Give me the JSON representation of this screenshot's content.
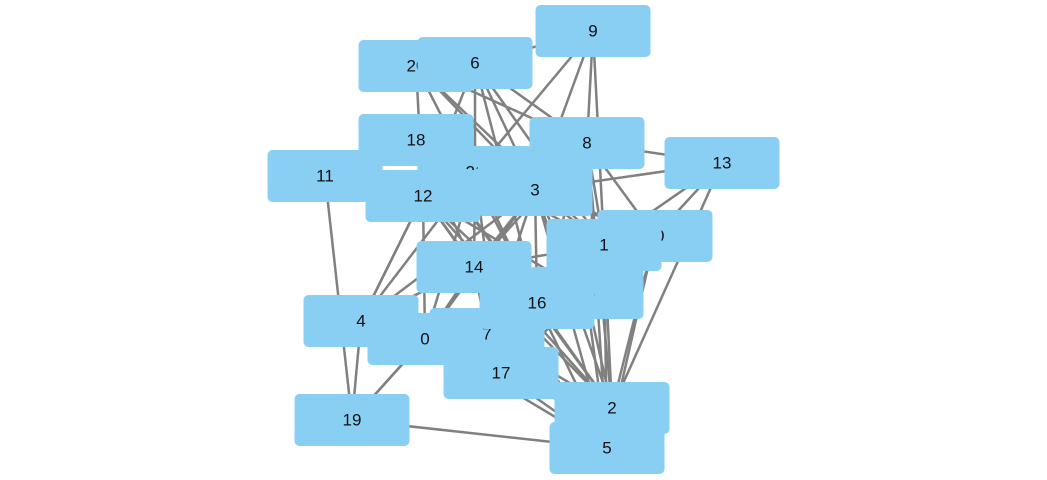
{
  "graph": {
    "colors": {
      "node_fill": "#89CFF4",
      "edge": "#808080",
      "label": "#111111",
      "background": "#ffffff"
    },
    "nodes": [
      {
        "id": "0",
        "label": "0"
      },
      {
        "id": "1",
        "label": "1"
      },
      {
        "id": "2",
        "label": "2"
      },
      {
        "id": "3",
        "label": "3"
      },
      {
        "id": "4",
        "label": "4"
      },
      {
        "id": "5",
        "label": "5"
      },
      {
        "id": "6",
        "label": "6"
      },
      {
        "id": "7",
        "label": "7"
      },
      {
        "id": "8",
        "label": "8"
      },
      {
        "id": "9",
        "label": "9"
      },
      {
        "id": "10",
        "label": "10"
      },
      {
        "id": "11",
        "label": "11"
      },
      {
        "id": "12",
        "label": "12"
      },
      {
        "id": "13",
        "label": "13"
      },
      {
        "id": "14",
        "label": "14"
      },
      {
        "id": "15",
        "label": "15"
      },
      {
        "id": "16",
        "label": "16"
      },
      {
        "id": "17",
        "label": "17"
      },
      {
        "id": "18",
        "label": "18"
      },
      {
        "id": "19",
        "label": "19"
      },
      {
        "id": "20",
        "label": "20"
      },
      {
        "id": "21",
        "label": "21"
      }
    ],
    "edges": [
      [
        "9",
        "6"
      ],
      [
        "9",
        "8"
      ],
      [
        "9",
        "3"
      ],
      [
        "9",
        "1"
      ],
      [
        "9",
        "21"
      ],
      [
        "20",
        "6"
      ],
      [
        "20",
        "8"
      ],
      [
        "20",
        "3"
      ],
      [
        "20",
        "12"
      ],
      [
        "20",
        "1"
      ],
      [
        "20",
        "16"
      ],
      [
        "6",
        "8"
      ],
      [
        "6",
        "3"
      ],
      [
        "6",
        "21"
      ],
      [
        "6",
        "1"
      ],
      [
        "6",
        "12"
      ],
      [
        "6",
        "16"
      ],
      [
        "18",
        "3"
      ],
      [
        "18",
        "12"
      ],
      [
        "18",
        "14"
      ],
      [
        "18",
        "2"
      ],
      [
        "18",
        "16"
      ],
      [
        "11",
        "12"
      ],
      [
        "11",
        "19"
      ],
      [
        "11",
        "3"
      ],
      [
        "21",
        "8"
      ],
      [
        "21",
        "3"
      ],
      [
        "21",
        "14"
      ],
      [
        "21",
        "0"
      ],
      [
        "21",
        "16"
      ],
      [
        "21",
        "4"
      ],
      [
        "21",
        "17"
      ],
      [
        "21",
        "1"
      ],
      [
        "21",
        "10"
      ],
      [
        "12",
        "3"
      ],
      [
        "12",
        "14"
      ],
      [
        "12",
        "0"
      ],
      [
        "12",
        "4"
      ],
      [
        "12",
        "16"
      ],
      [
        "12",
        "2"
      ],
      [
        "12",
        "5"
      ],
      [
        "12",
        "15"
      ],
      [
        "3",
        "8"
      ],
      [
        "3",
        "13"
      ],
      [
        "3",
        "1"
      ],
      [
        "3",
        "10"
      ],
      [
        "3",
        "14"
      ],
      [
        "3",
        "16"
      ],
      [
        "3",
        "0"
      ],
      [
        "3",
        "2"
      ],
      [
        "3",
        "5"
      ],
      [
        "3",
        "7"
      ],
      [
        "3",
        "4"
      ],
      [
        "3",
        "15"
      ],
      [
        "8",
        "13"
      ],
      [
        "8",
        "1"
      ],
      [
        "8",
        "10"
      ],
      [
        "8",
        "2"
      ],
      [
        "8",
        "5"
      ],
      [
        "8",
        "14"
      ],
      [
        "8",
        "16"
      ],
      [
        "13",
        "10"
      ],
      [
        "13",
        "1"
      ],
      [
        "13",
        "2"
      ],
      [
        "1",
        "10"
      ],
      [
        "1",
        "2"
      ],
      [
        "1",
        "5"
      ],
      [
        "1",
        "16"
      ],
      [
        "1",
        "14"
      ],
      [
        "1",
        "15"
      ],
      [
        "1",
        "17"
      ],
      [
        "10",
        "2"
      ],
      [
        "10",
        "5"
      ],
      [
        "14",
        "4"
      ],
      [
        "14",
        "0"
      ],
      [
        "14",
        "16"
      ],
      [
        "14",
        "7"
      ],
      [
        "14",
        "2"
      ],
      [
        "14",
        "5"
      ],
      [
        "14",
        "17"
      ],
      [
        "16",
        "2"
      ],
      [
        "16",
        "5"
      ],
      [
        "16",
        "0"
      ],
      [
        "16",
        "17"
      ],
      [
        "16",
        "7"
      ],
      [
        "16",
        "15"
      ],
      [
        "15",
        "2"
      ],
      [
        "15",
        "5"
      ],
      [
        "15",
        "17"
      ],
      [
        "4",
        "0"
      ],
      [
        "4",
        "19"
      ],
      [
        "4",
        "7"
      ],
      [
        "4",
        "12"
      ],
      [
        "0",
        "7"
      ],
      [
        "0",
        "17"
      ],
      [
        "0",
        "19"
      ],
      [
        "0",
        "2"
      ],
      [
        "0",
        "5"
      ],
      [
        "7",
        "17"
      ],
      [
        "7",
        "2"
      ],
      [
        "7",
        "5"
      ],
      [
        "17",
        "2"
      ],
      [
        "17",
        "5"
      ],
      [
        "19",
        "5"
      ],
      [
        "19",
        "0"
      ],
      [
        "2",
        "5"
      ]
    ]
  }
}
